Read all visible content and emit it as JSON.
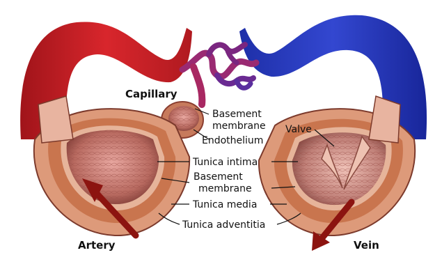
{
  "labels": {
    "capillary": "Capillary",
    "basement_membrane_top_line1": "Basement",
    "basement_membrane_top_line2": "membrane",
    "endothelium": "Endothelium",
    "valve": "Valve",
    "tunica_intima": "Tunica intima",
    "basement_membrane_mid_line1": "Basement",
    "basement_membrane_mid_line2": "membrane",
    "tunica_media": "Tunica media",
    "tunica_adventitia": "Tunica adventitia",
    "artery": "Artery",
    "vein": "Vein"
  },
  "colors": {
    "artery": "#c41e24",
    "vein": "#2233b8",
    "capillary": "#8a1f78",
    "adventitia": "#d98f72",
    "media": "#c9754e",
    "intima": "#e8b39a",
    "lumen": "#a8574c",
    "flow_arrow": "#8c1410"
  }
}
